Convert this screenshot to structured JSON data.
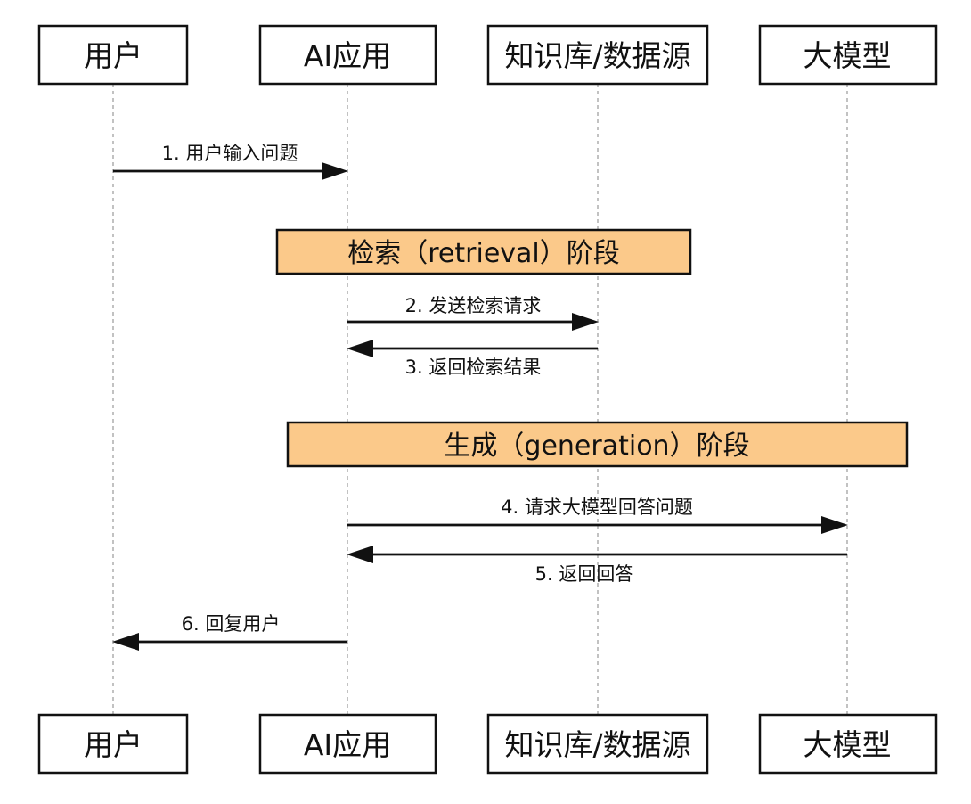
{
  "actors": [
    {
      "id": "user",
      "label": "用户"
    },
    {
      "id": "app",
      "label": "AI应用"
    },
    {
      "id": "kb",
      "label": "知识库/数据源"
    },
    {
      "id": "llm",
      "label": "大模型"
    }
  ],
  "phases": {
    "retrieval": "检索（retrieval）阶段",
    "generation": "生成（generation）阶段"
  },
  "messages": [
    {
      "label": "1. 用户输入问题",
      "from": "user",
      "to": "app"
    },
    {
      "label": "2. 发送检索请求",
      "from": "app",
      "to": "kb"
    },
    {
      "label": "3. 返回检索结果",
      "from": "kb",
      "to": "app"
    },
    {
      "label": "4. 请求大模型回答问题",
      "from": "app",
      "to": "llm"
    },
    {
      "label": "5. 返回回答",
      "from": "llm",
      "to": "app"
    },
    {
      "label": "6. 回复用户",
      "from": "app",
      "to": "user"
    }
  ],
  "colors": {
    "phase_fill": "#fbc98a",
    "stroke": "#111111",
    "lifeline": "#9a9a9a"
  }
}
